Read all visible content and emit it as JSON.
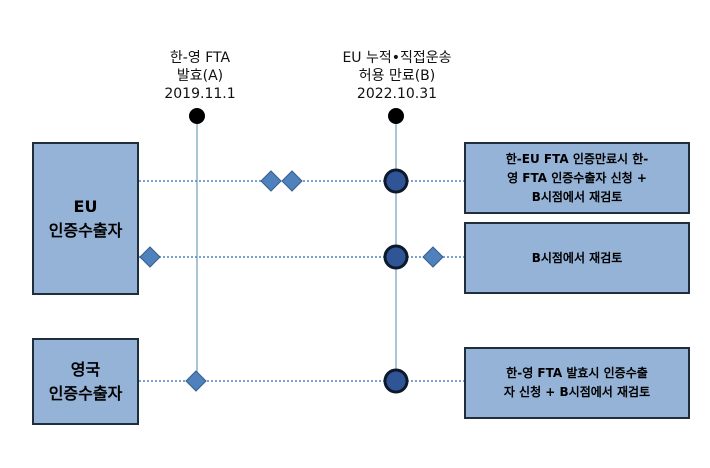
{
  "milestones": {
    "a": {
      "line1": "한-영 FTA",
      "line2": "발효(A)",
      "date": "2019.11.1"
    },
    "b": {
      "line1": "EU 누적•직접운송",
      "line2": "허용 만료(B)",
      "date": "2022.10.31"
    }
  },
  "groups": {
    "eu": {
      "line1": "EU",
      "line2": "인증수출자"
    },
    "uk": {
      "line1": "영국",
      "line2": "인증수출자"
    }
  },
  "outcomes": {
    "row1": {
      "line1": "한-EU FTA 인증만료시 한-",
      "line2": "영 FTA 인증수출자 신청 +",
      "line3": "B시점에서 재검토"
    },
    "row2": {
      "line1": "B시점에서 재검토"
    },
    "row3": {
      "line1": "한-영 FTA 발효시 인증수출",
      "line2": "자 신청 + B시점에서 재검토"
    }
  },
  "colors": {
    "box_fill": "#95b3d7",
    "box_border": "#1f2d3d",
    "diamond_fill": "#4f81bd",
    "diamond_stroke": "#385d8a",
    "circle_fill": "#2f5597",
    "circle_stroke": "#0d1a2b",
    "timeline": "#8eb4c8",
    "row_line": "#4f81bd"
  }
}
